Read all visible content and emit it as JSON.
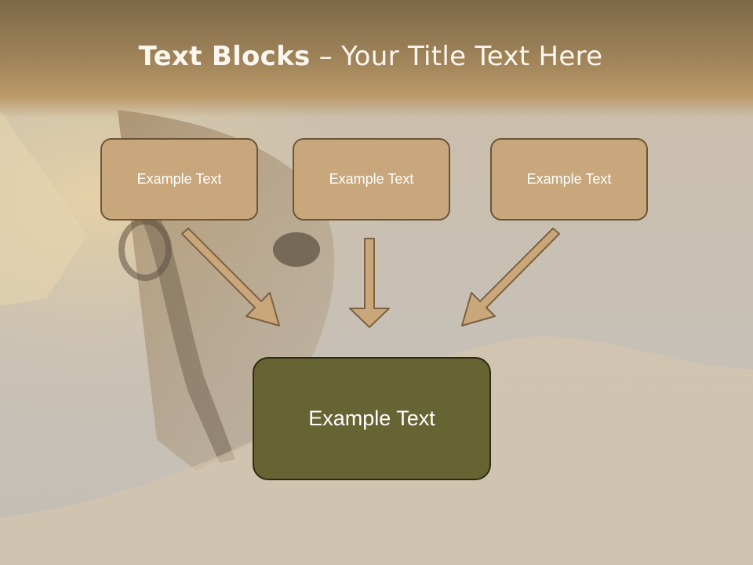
{
  "title": {
    "bold": "Text Blocks",
    "rest": " – Your Title Text Here"
  },
  "blocks": {
    "top": [
      "Example Text",
      "Example Text",
      "Example Text"
    ],
    "bottom": "Example Text"
  },
  "colors": {
    "block_fill": "#c8a77c",
    "block_border": "#6c5535",
    "main_fill": "#676434",
    "arrow_fill": "#c9a77b",
    "arrow_stroke": "#7b6242"
  }
}
